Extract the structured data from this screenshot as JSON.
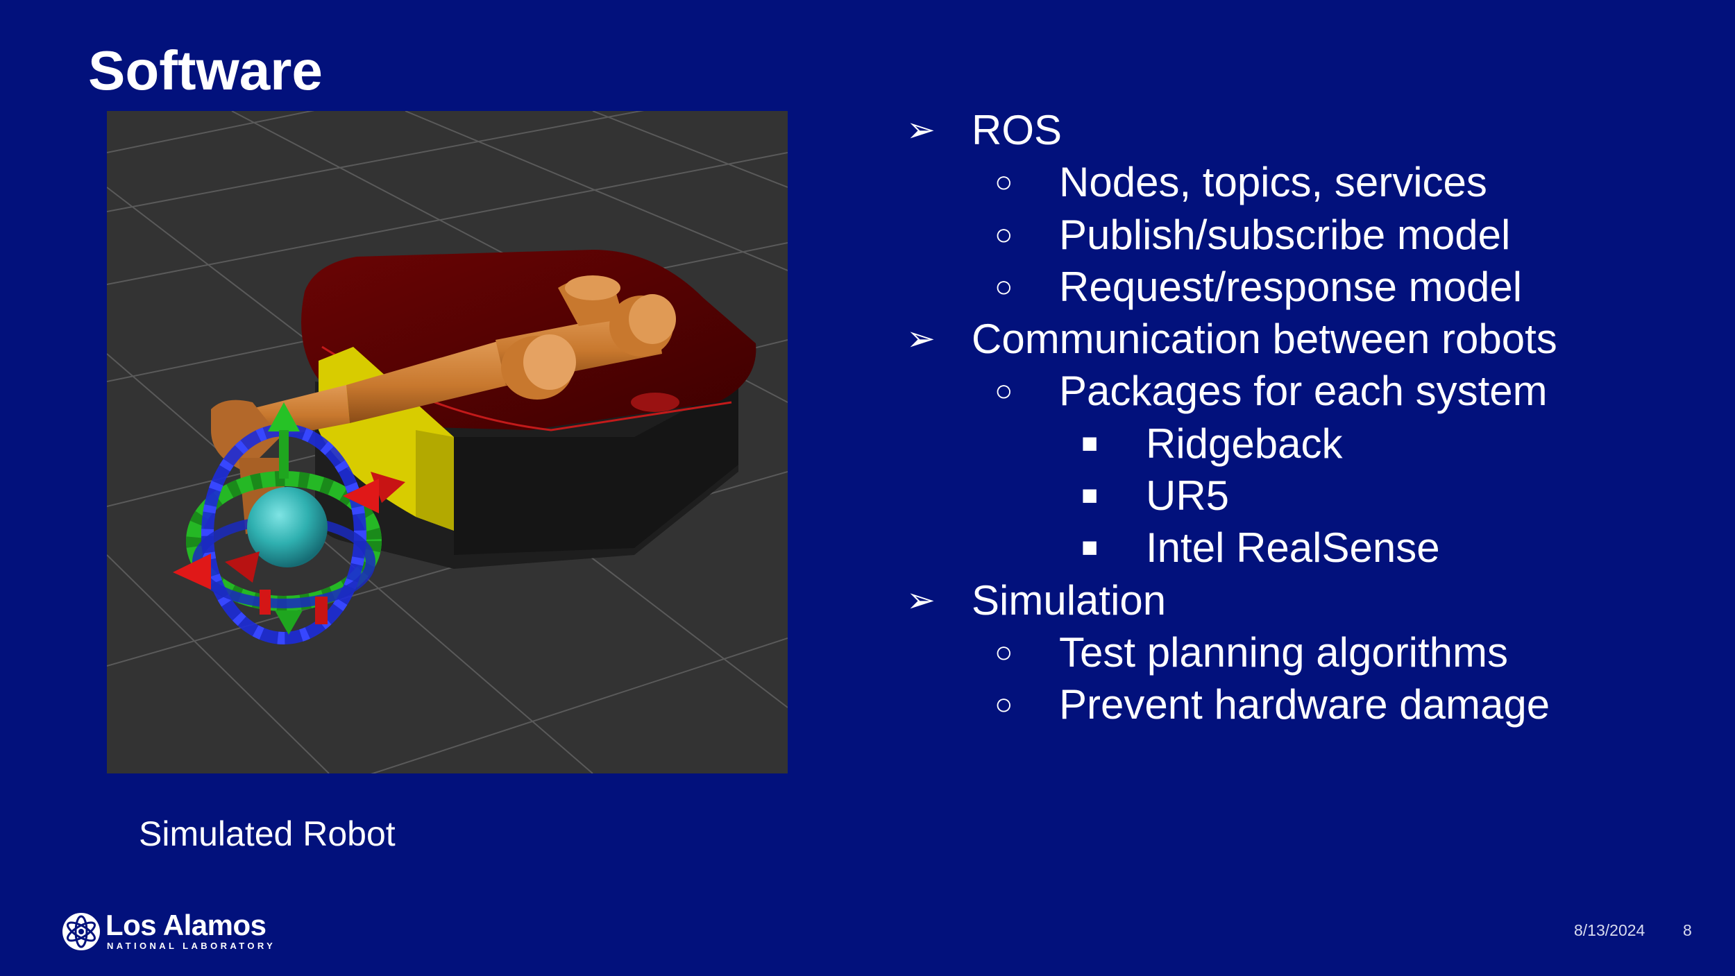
{
  "slide": {
    "title": "Software",
    "image_caption": "Simulated Robot"
  },
  "bullets": [
    {
      "level": 1,
      "marker": "➢",
      "text": "ROS"
    },
    {
      "level": 2,
      "marker": "○",
      "text": "Nodes, topics, services"
    },
    {
      "level": 2,
      "marker": "○",
      "text": "Publish/subscribe model"
    },
    {
      "level": 2,
      "marker": "○",
      "text": "Request/response model"
    },
    {
      "level": 1,
      "marker": "➢",
      "text": "Communication between robots"
    },
    {
      "level": 2,
      "marker": "○",
      "text": "Packages for each system"
    },
    {
      "level": 3,
      "marker": "■",
      "text": "Ridgeback"
    },
    {
      "level": 3,
      "marker": "■",
      "text": "UR5"
    },
    {
      "level": 3,
      "marker": "■",
      "text": "Intel RealSense"
    },
    {
      "level": 1,
      "marker": "➢",
      "text": "Simulation"
    },
    {
      "level": 2,
      "marker": "○",
      "text": "Test planning algorithms"
    },
    {
      "level": 2,
      "marker": "○",
      "text": "Prevent hardware damage"
    }
  ],
  "footer": {
    "logo_primary": "Los Alamos",
    "logo_secondary": "NATIONAL LABORATORY",
    "date": "8/13/2024",
    "page_number": "8"
  },
  "colors": {
    "background": "#02117c",
    "text": "#ffffff",
    "sim_floor": "#333333",
    "robot_base_top": "#5a0000",
    "robot_base_side": "#1c1c1c",
    "robot_battery": "#d8cc00",
    "robot_arm": "#c8782e",
    "marker_ring_green": "#25b825",
    "marker_ring_blue": "#1c2bd8",
    "marker_arrow_red": "#e01818",
    "end_effector_sphere": "#2fb0b0"
  },
  "icons": {
    "logo": "los-alamos-atom-icon"
  }
}
